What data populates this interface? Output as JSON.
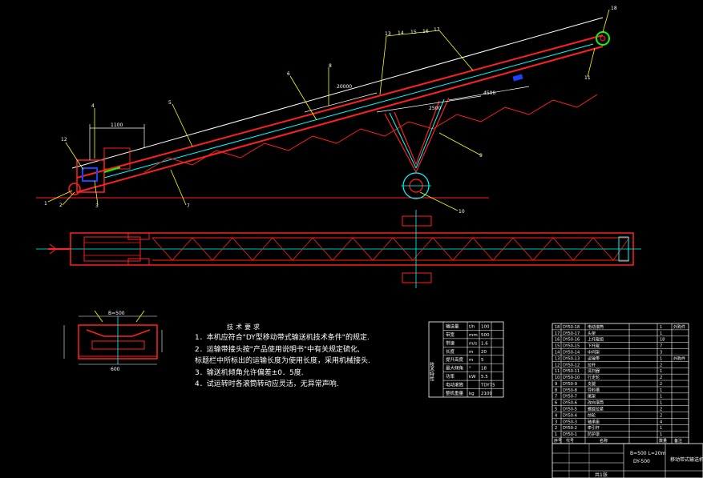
{
  "colors": {
    "background": "#000000",
    "frame": "#ff2020",
    "line": "#ffffff",
    "leader": "#ffff00",
    "center": "#00ffff",
    "accent": "#1e40ff"
  },
  "callouts": [
    "1",
    "2",
    "3",
    "4",
    "5",
    "6",
    "7",
    "8",
    "9",
    "10",
    "11",
    "12",
    "13",
    "14",
    "15",
    "16",
    "17",
    "18"
  ],
  "dims": {
    "top": "1100",
    "mid1": "20000",
    "mid2": "2500",
    "mid3": "4500",
    "section_width": "B=500",
    "section_bottom": "600"
  },
  "notes": {
    "title": "技术要求",
    "items": [
      "1．本机应符合\"DY型移动带式输送机技术条件\"的规定.",
      "2．运输带接头按\"产品使用说明书\"中有关规定硫化,",
      "   标题栏中所标出的运输长度为使用长度，采用机械接头.",
      "3．输送机倾角允许偏差±0．5度.",
      "4．试运转时各滚筒转动应灵活，无异常声响."
    ]
  },
  "spec_table": {
    "group_label": "技术特性",
    "rows": [
      {
        "name": "输送量",
        "unit": "t/h",
        "value": "100"
      },
      {
        "name": "带宽",
        "unit": "mm",
        "value": "500"
      },
      {
        "name": "带速",
        "unit": "m/s",
        "value": "1.6"
      },
      {
        "name": "长度",
        "unit": "m",
        "value": "20"
      },
      {
        "name": "提升高度",
        "unit": "m",
        "value": "5"
      },
      {
        "name": "最大倾角",
        "unit": "°",
        "value": "18"
      },
      {
        "name": "功率",
        "unit": "kW",
        "value": "5.5"
      },
      {
        "name": "电动滚筒",
        "unit": "",
        "value": "TDY75"
      },
      {
        "name": "整机重量",
        "unit": "kg",
        "value": "2100"
      }
    ]
  },
  "parts_list": {
    "rows": [
      {
        "no": "18",
        "code": "DY50-18",
        "name": "电动滚筒",
        "qty": "1",
        "note": "外购件"
      },
      {
        "no": "17",
        "code": "DY50-17",
        "name": "头架",
        "qty": "1",
        "note": ""
      },
      {
        "no": "16",
        "code": "DY50-16",
        "name": "上托辊组",
        "qty": "18",
        "note": ""
      },
      {
        "no": "15",
        "code": "DY50-15",
        "name": "下托辊",
        "qty": "7",
        "note": ""
      },
      {
        "no": "14",
        "code": "DY50-14",
        "name": "中间架",
        "qty": "3",
        "note": ""
      },
      {
        "no": "13",
        "code": "DY50-13",
        "name": "运输带",
        "qty": "1",
        "note": "外购件"
      },
      {
        "no": "12",
        "code": "DY50-12",
        "name": "拉杆",
        "qty": "2",
        "note": ""
      },
      {
        "no": "11",
        "code": "DY50-11",
        "name": "清扫器",
        "qty": "1",
        "note": ""
      },
      {
        "no": "10",
        "code": "DY50-10",
        "name": "行走轮",
        "qty": "2",
        "note": ""
      },
      {
        "no": "9",
        "code": "DY50-9",
        "name": "支腿",
        "qty": "2",
        "note": ""
      },
      {
        "no": "8",
        "code": "DY50-8",
        "name": "导料槽",
        "qty": "1",
        "note": ""
      },
      {
        "no": "7",
        "code": "DY50-7",
        "name": "尾架",
        "qty": "1",
        "note": ""
      },
      {
        "no": "6",
        "code": "DY50-6",
        "name": "改向滚筒",
        "qty": "1",
        "note": ""
      },
      {
        "no": "5",
        "code": "DY50-5",
        "name": "螺旋拉紧",
        "qty": "2",
        "note": ""
      },
      {
        "no": "4",
        "code": "DY50-4",
        "name": "前轮",
        "qty": "2",
        "note": ""
      },
      {
        "no": "3",
        "code": "DY50-3",
        "name": "轴承座",
        "qty": "4",
        "note": ""
      },
      {
        "no": "2",
        "code": "DY50-2",
        "name": "牵引杆",
        "qty": "1",
        "note": ""
      },
      {
        "no": "1",
        "code": "DY50-1",
        "name": "防护罩",
        "qty": "1",
        "note": ""
      }
    ],
    "header": {
      "no": "序号",
      "code": "代号",
      "name": "名称",
      "qty": "数量",
      "note": "备注"
    }
  },
  "title_block": {
    "model": "B=500 L=20m",
    "sub": "DY-500",
    "name": "移动带式输送机",
    "sheet": "共1张"
  }
}
